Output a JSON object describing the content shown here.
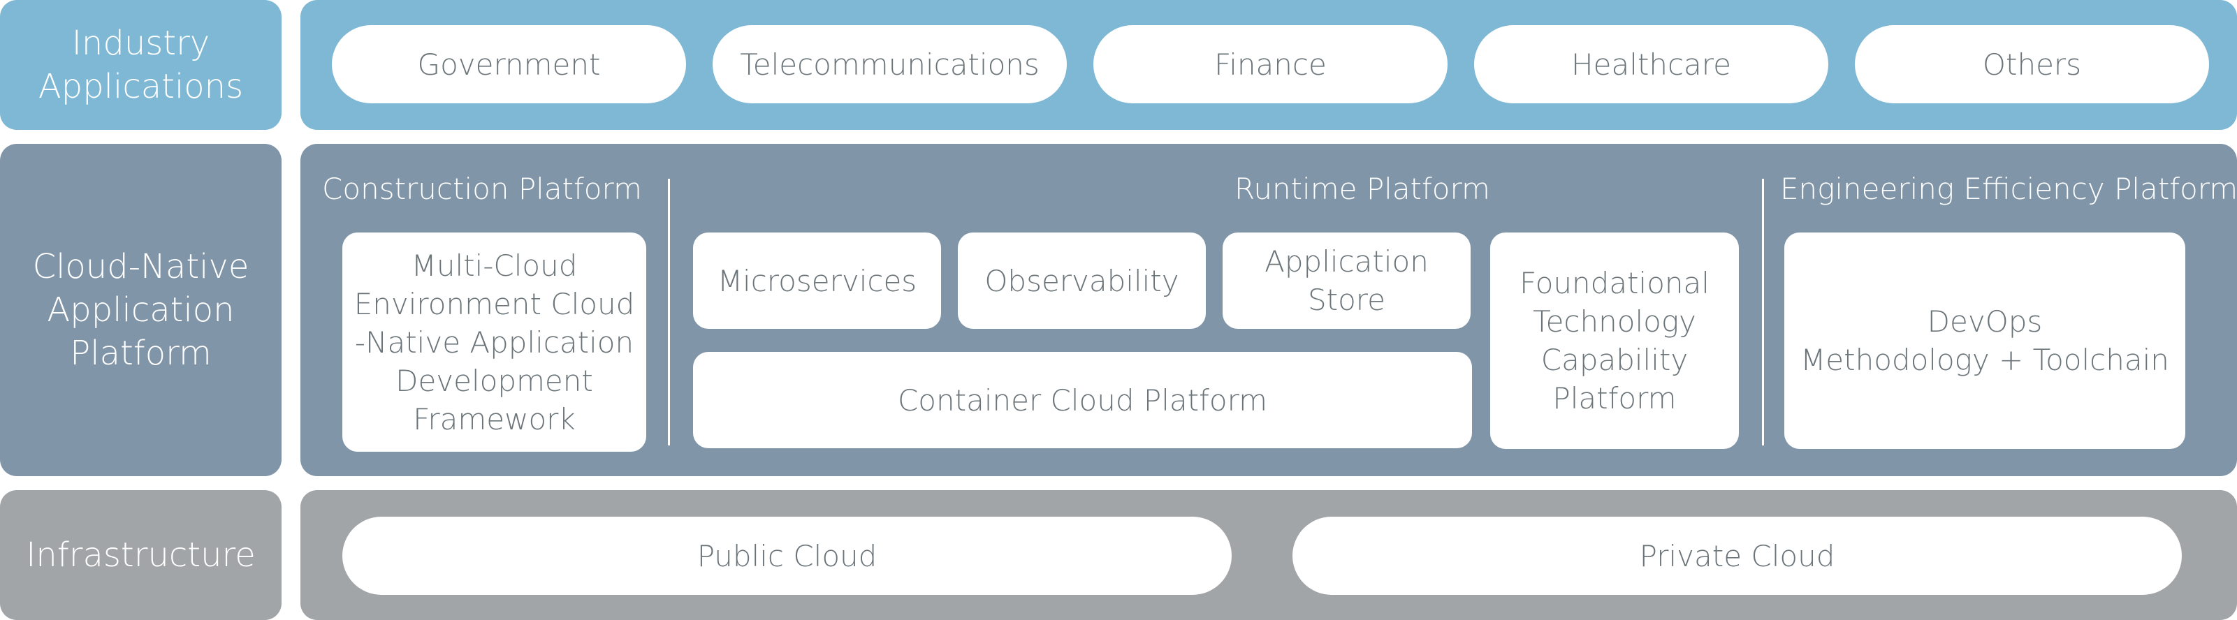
{
  "rows": {
    "industry": {
      "label": "Industry\nApplications",
      "items": [
        "Government",
        "Telecommunications",
        "Finance",
        "Healthcare",
        "Others"
      ]
    },
    "platform": {
      "label": "Cloud-Native\nApplication\nPlatform",
      "construction": {
        "title": "Construction Platform",
        "box": "Multi-Cloud\nEnvironment Cloud\n-Native Application\nDevelopment\nFramework"
      },
      "runtime": {
        "title": "Runtime Platform",
        "top": [
          "Microservices",
          "Observability",
          "Application Store"
        ],
        "container": "Container Cloud Platform",
        "foundational": "Foundational\nTechnology\nCapability\nPlatform"
      },
      "engineering": {
        "title": "Engineering Efficiency Platform",
        "box": "DevOps\nMethodology + Toolchain"
      }
    },
    "infrastructure": {
      "label": "Infrastructure",
      "items": [
        "Public Cloud",
        "Private Cloud"
      ]
    }
  },
  "colors": {
    "industry": "#7fb8d4",
    "platform": "#8095a8",
    "infrastructure": "#a2a5a7",
    "text_dark": "#6b7479"
  }
}
